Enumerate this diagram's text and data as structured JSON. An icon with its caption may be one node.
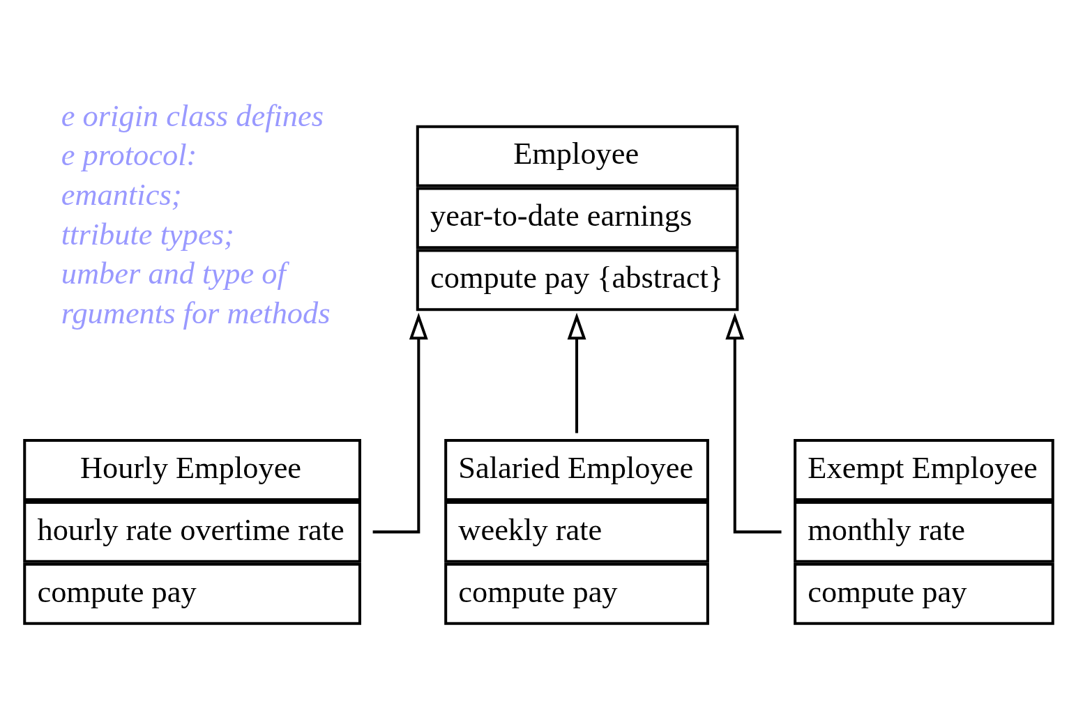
{
  "diagram": {
    "nodes": [
      {
        "text": [
          "Employee",
          "year-to-date earnings",
          "compute pay {abstract}"
        ]
      },
      {
        "text": [
          "Hourly Employee",
          "hourly rate overtime rate",
          "compute pay"
        ]
      },
      {
        "text": [
          "Salaried Employee",
          "weekly rate",
          "compute pay"
        ]
      },
      {
        "text": [
          "Exempt Employee",
          "monthly rate",
          "compute pay"
        ]
      }
    ],
    "edges": [
      {
        "from": 1,
        "to": 0,
        "arrow": "to"
      },
      {
        "from": 2,
        "to": 0,
        "arrow": "to"
      },
      {
        "from": 3,
        "to": 0,
        "arrow": "to"
      }
    ],
    "labels": [
      "e origin class defines",
      "e protocol:",
      "emantics;",
      "ttribute types;",
      "umber and type of",
      "rguments for methods"
    ]
  }
}
